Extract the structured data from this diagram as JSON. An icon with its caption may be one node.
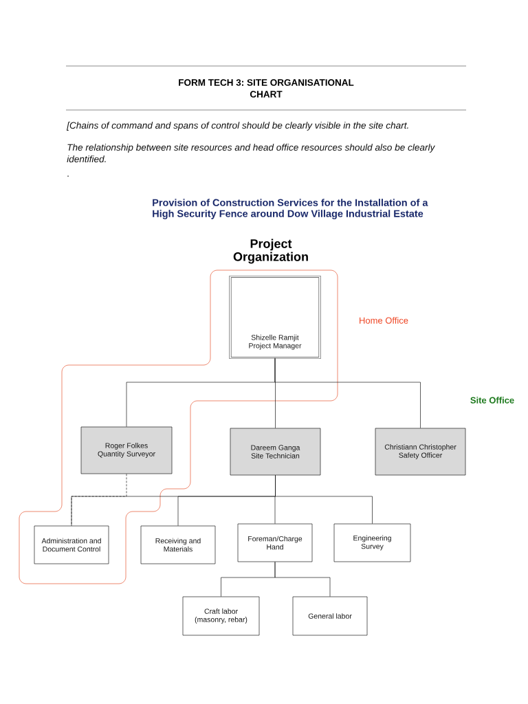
{
  "diagram": {
    "title": "FORM TECH 3: SITE ORGANISATIONAL CHART",
    "nodes": [
      {
        "text": [
          "Home Office"
        ]
      },
      {
        "text": [
          "Shizelle Ramjit Project Manager"
        ],
        "in": 0
      },
      {
        "text": [
          "Roger Folkes Quantity Surveyor"
        ],
        "in": 0
      },
      {
        "text": [
          "Dareem Ganga Site Technician"
        ]
      },
      {
        "text": [
          "Christiann Christopher Safety Officer"
        ]
      },
      {
        "text": [
          "Administration and Document Control"
        ],
        "in": 0
      },
      {
        "text": [
          "Receiving and Materials"
        ]
      },
      {
        "text": [
          "Foreman/Charge Hand"
        ]
      },
      {
        "text": [
          "Engineering Survey"
        ]
      },
      {
        "text": [
          "Craft labor (masonry, rebar)"
        ]
      },
      {
        "text": [
          "General labor"
        ]
      }
    ],
    "edges": [
      {
        "from": 1,
        "to": 2,
        "arrow": "none"
      },
      {
        "from": 1,
        "to": 3,
        "arrow": "none"
      },
      {
        "from": 1,
        "to": 4,
        "arrow": "none"
      },
      {
        "from": 2,
        "to": 5,
        "arrow": "none",
        "style": "dashed"
      },
      {
        "from": 3,
        "to": 5,
        "arrow": "none"
      },
      {
        "from": 3,
        "to": 6,
        "arrow": "none"
      },
      {
        "from": 3,
        "to": 7,
        "arrow": "none"
      },
      {
        "from": 3,
        "to": 8,
        "arrow": "none"
      },
      {
        "from": 7,
        "to": 9,
        "arrow": "none"
      },
      {
        "from": 7,
        "to": 10,
        "arrow": "none"
      }
    ],
    "labels": [
      "[Chains of command and spans of control should be clearly visible in the site chart.",
      "The relationship between site resources and head office resources should also be clearly identified.",
      ".",
      "Provision of Construction Services for the Installation of a High Security Fence around Dow Village Industrial Estate",
      "Project Organization",
      "Site Office"
    ]
  }
}
